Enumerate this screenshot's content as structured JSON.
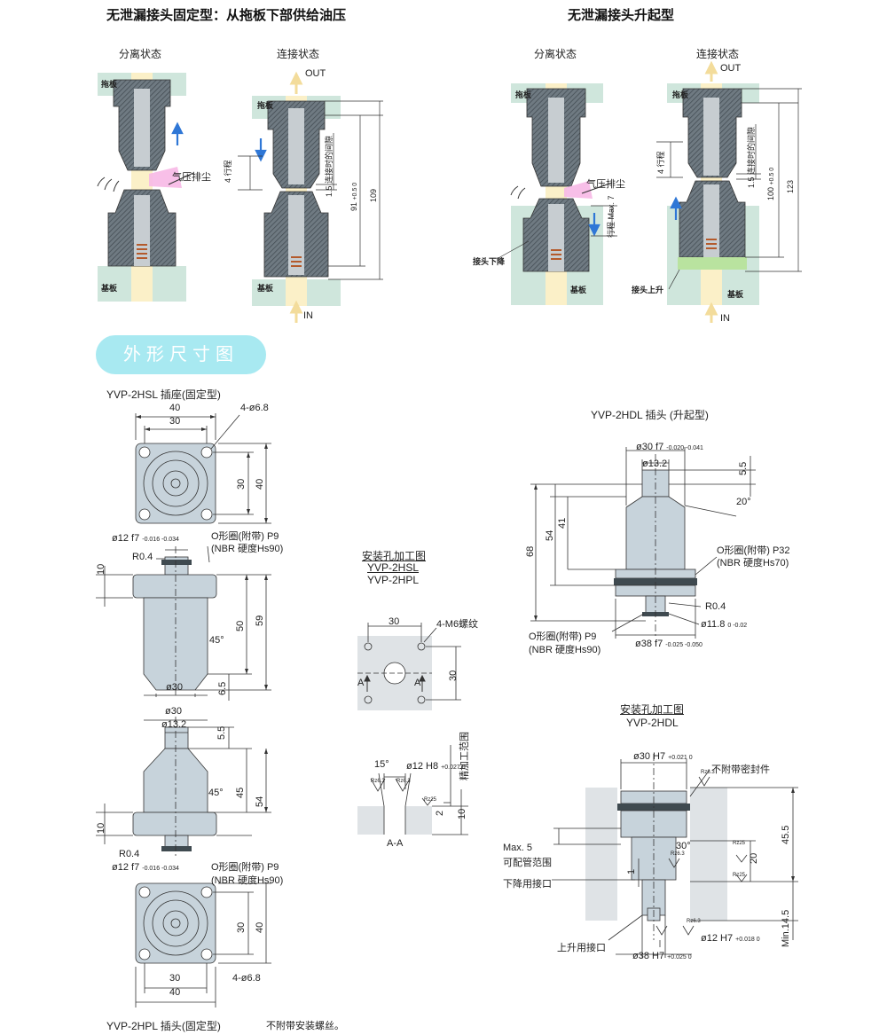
{
  "top": {
    "left_title": "无泄漏接头固定型：从拖板下部供给油压",
    "right_title": "无泄漏接头升起型",
    "left_sep": "分离状态",
    "left_conn": "连接状态",
    "right_sep": "分离状态",
    "right_conn": "连接状态",
    "out": "OUT",
    "in": "IN",
    "tuoban": "拖板",
    "jiban": "基板",
    "qiya": "气压排尘",
    "stroke4": "4 行程",
    "gap": "1.5 连接时的间隙",
    "d91": "91",
    "d91_tol": "+0.5 0",
    "d109": "109",
    "d100": "100",
    "d100_tol": "+0.5 0",
    "d123": "123",
    "stroke_max": "行程 Max. 7",
    "jietou_down": "接头下降",
    "jietou_up": "接头上升"
  },
  "section_badge": "外形尺寸图",
  "hsl": {
    "title": "YVP-2HSL 插座(固定型)",
    "d40": "40",
    "d30": "30",
    "holes": "4-ø6.8",
    "v30": "30",
    "v40": "40",
    "shaft": "ø12 f7",
    "shaft_tol": "-0.016 -0.034",
    "oring": "O形圈(附带) P9",
    "nbr": "(NBR 硬度Hs90)",
    "r04": "R0.4",
    "d10": "10",
    "d50": "50",
    "d59": "59",
    "d45": "45°",
    "d30b": "ø30",
    "d65": "6.5"
  },
  "hpl": {
    "title": "YVP-2HPL 插头(固定型)",
    "note": "不附带安装螺丝。",
    "d30": "ø30",
    "d132": "ø13.2",
    "d55": "5.5",
    "d45": "45",
    "d54": "54",
    "ang": "45°",
    "d10": "10",
    "r04": "R0.4",
    "shaft": "ø12 f7",
    "shaft_tol": "-0.016 -0.034",
    "oring": "O形圈(附带) P9",
    "nbr": "(NBR 硬度Hs90)",
    "v30": "30",
    "v40": "40",
    "h30": "30",
    "h40": "40",
    "holes": "4-ø6.8"
  },
  "hole_hsl": {
    "title": "安装孔加工图",
    "line1": "YVP-2HSL",
    "line2": "YVP-2HPL",
    "d30": "30",
    "m6": "4-M6螺纹",
    "v30": "30",
    "a": "A",
    "ang": "15°",
    "h8": "ø12 H8",
    "h8_tol": "+0.027 0",
    "jing": "精加工范围",
    "d2": "2",
    "d10": "10",
    "aa": "A-A",
    "rz63a": "Rz6.3",
    "rz63b": "Rz6.3",
    "rz25": "Rz25"
  },
  "hdl": {
    "title": "YVP-2HDL 插头 (升起型)",
    "d30": "ø30 f7",
    "d30_tol": "-0.020 -0.041",
    "d132": "ø13.2",
    "d55": "5.5",
    "ang": "20°",
    "d68": "68",
    "d54": "54",
    "d41": "41",
    "oring32": "O形圈(附带) P32",
    "nbr70": "(NBR 硬度Hs70)",
    "r04": "R0.4",
    "d118": "ø11.8",
    "d118_tol": "0 -0.02",
    "oring9": "O形圈(附带) P9",
    "nbr90": "(NBR 硬度Hs90)",
    "d38": "ø38 f7",
    "d38_tol": "-0.025 -0.050"
  },
  "hole_hdl": {
    "title": "安装孔加工图",
    "sub": "YVP-2HDL",
    "h7": "ø30 H7",
    "h7_tol": "+0.021 0",
    "nofu": "不附带密封件",
    "max5": "Max. 5",
    "kepei": "可配管范围",
    "down": "下降用接口",
    "up": "上升用接口",
    "ang30": "30°",
    "d455": "45.5",
    "d20": "20",
    "d1": "1",
    "min145": "Min.14.5",
    "h12": "ø12 H7",
    "h12_tol": "+0.018 0",
    "h38": "ø38 H7",
    "h38_tol": "+0.025 0",
    "rz63a": "Rz6.3",
    "rz63b": "Rz6.3",
    "rz63c": "Rz6.3",
    "rz25a": "Rz25",
    "rz25b": "Rz25"
  }
}
